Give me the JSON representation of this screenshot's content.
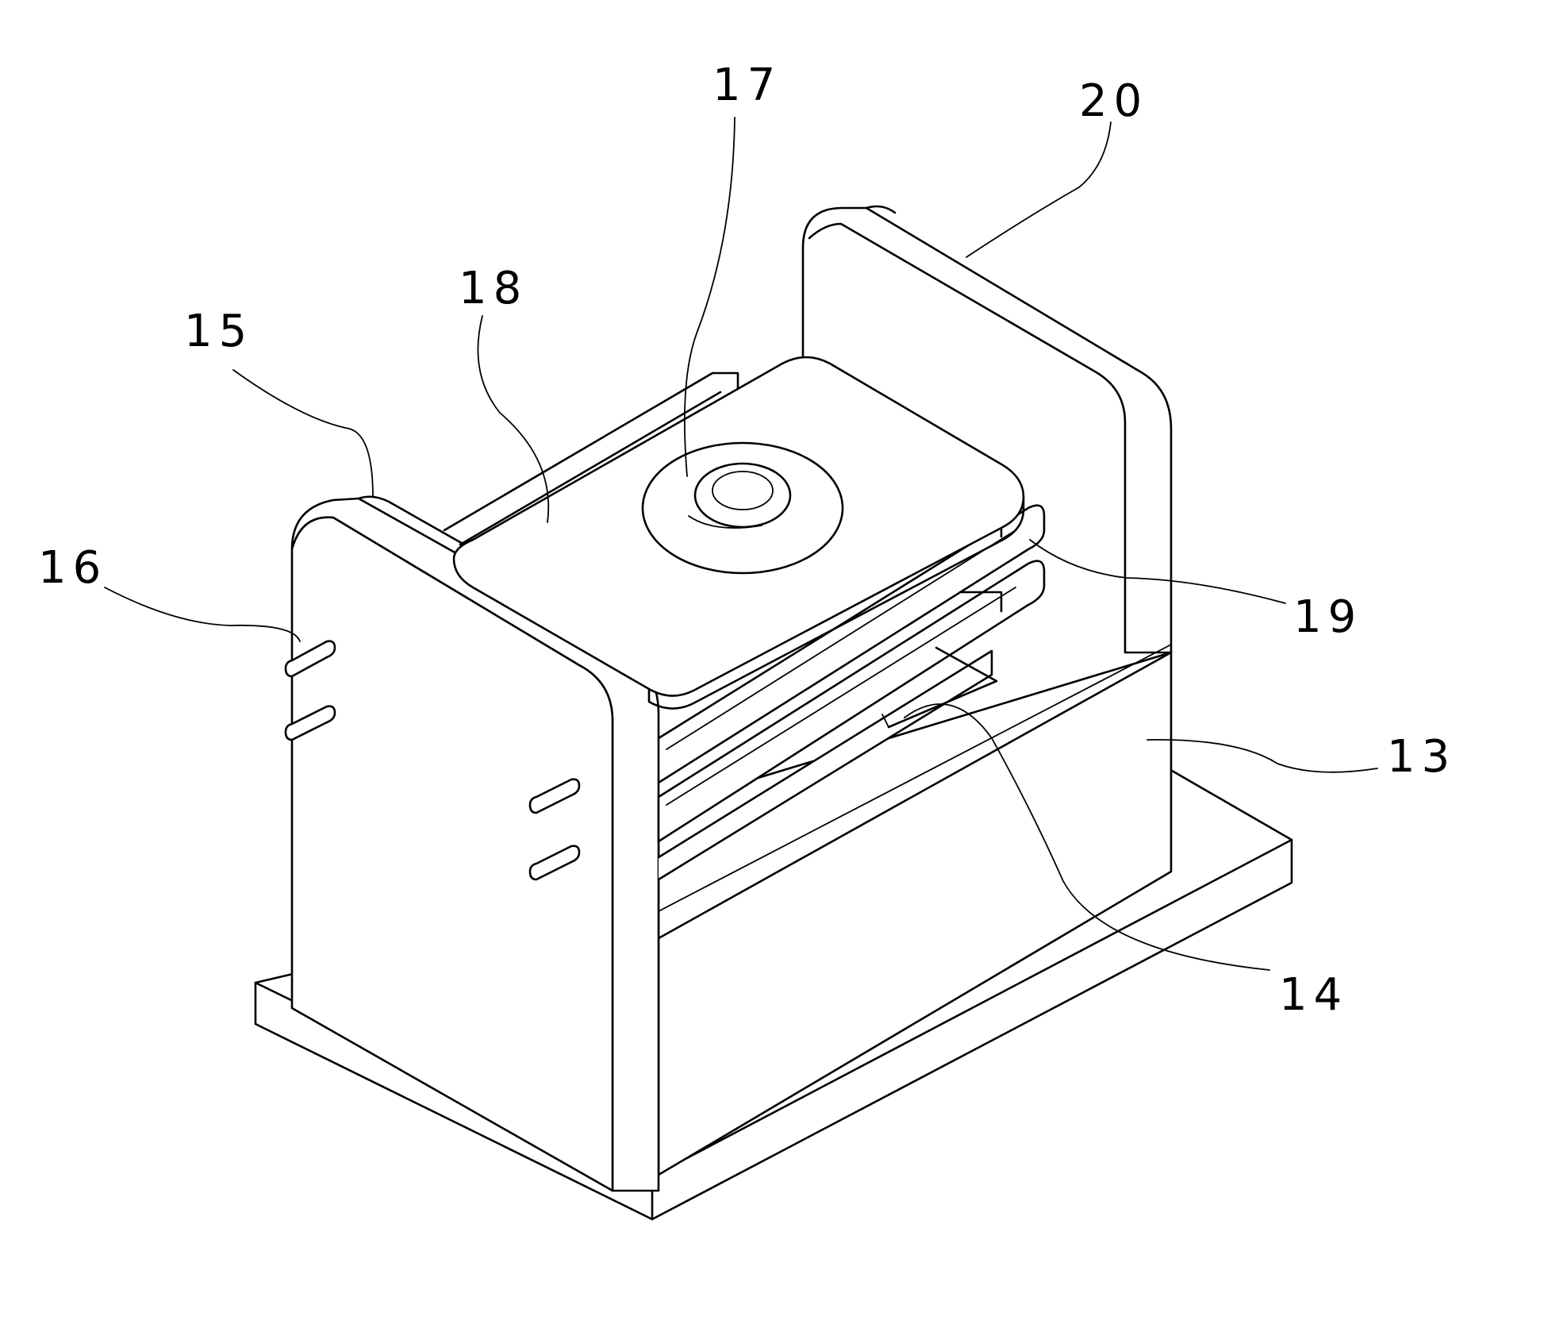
{
  "figure": {
    "labels": [
      {
        "key": "l13",
        "text": "13"
      },
      {
        "key": "l14",
        "text": "14"
      },
      {
        "key": "l15",
        "text": "15"
      },
      {
        "key": "l16",
        "text": "16"
      },
      {
        "key": "l17",
        "text": "17"
      },
      {
        "key": "l18",
        "text": "18"
      },
      {
        "key": "l19",
        "text": "19"
      },
      {
        "key": "l20",
        "text": "20"
      }
    ],
    "l13": "13",
    "l14": "14",
    "l15": "15",
    "l16": "16",
    "l17": "17",
    "l18": "18",
    "l19": "19",
    "l20": "20"
  }
}
